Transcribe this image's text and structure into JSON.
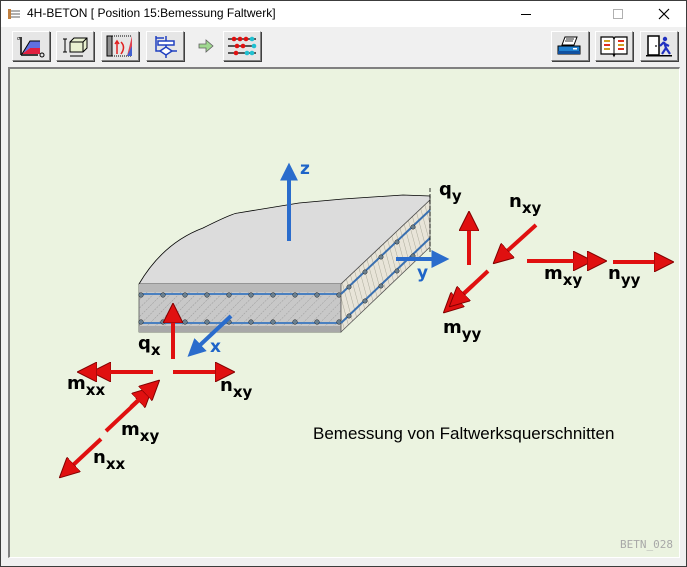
{
  "window": {
    "title": "4H-BETON [ Position 15:Bemessung Faltwerk]",
    "controls": [
      "minimize",
      "maximize",
      "close"
    ]
  },
  "toolbar": {
    "left_buttons": [
      {
        "icon": "stress-diagram-icon",
        "tooltip": ""
      },
      {
        "icon": "cross-section-box-icon",
        "tooltip": ""
      },
      {
        "icon": "moment-load-icon",
        "tooltip": ""
      },
      {
        "icon": "flowchart-icon",
        "tooltip": ""
      }
    ],
    "separator_arrow": "arrow-right-icon",
    "bar_button": {
      "icon": "reinforcement-bars-icon"
    },
    "right_buttons": [
      {
        "icon": "printer-icon"
      },
      {
        "icon": "book-icon"
      },
      {
        "icon": "exit-door-icon"
      }
    ]
  },
  "diagram": {
    "axes": {
      "z": "z",
      "y": "y",
      "x": "x"
    },
    "forces_right": {
      "qy": {
        "base": "q",
        "sub": "y"
      },
      "nxy": {
        "base": "n",
        "sub": "xy"
      },
      "mxy": {
        "base": "m",
        "sub": "xy"
      },
      "nyy": {
        "base": "n",
        "sub": "yy"
      },
      "myy": {
        "base": "m",
        "sub": "yy"
      }
    },
    "forces_left": {
      "qx": {
        "base": "q",
        "sub": "x"
      },
      "mxx": {
        "base": "m",
        "sub": "xx"
      },
      "nxy": {
        "base": "n",
        "sub": "xy"
      },
      "mxy": {
        "base": "m",
        "sub": "xy"
      },
      "nxx": {
        "base": "n",
        "sub": "xx"
      }
    },
    "caption": "Bemessung von Faltwerksquerschnitten",
    "figure_code": "BETN_028"
  },
  "colors": {
    "canvas_bg": "#ebf3e0",
    "force_arrow": "#e01010",
    "axis_arrow": "#1e64c8"
  }
}
